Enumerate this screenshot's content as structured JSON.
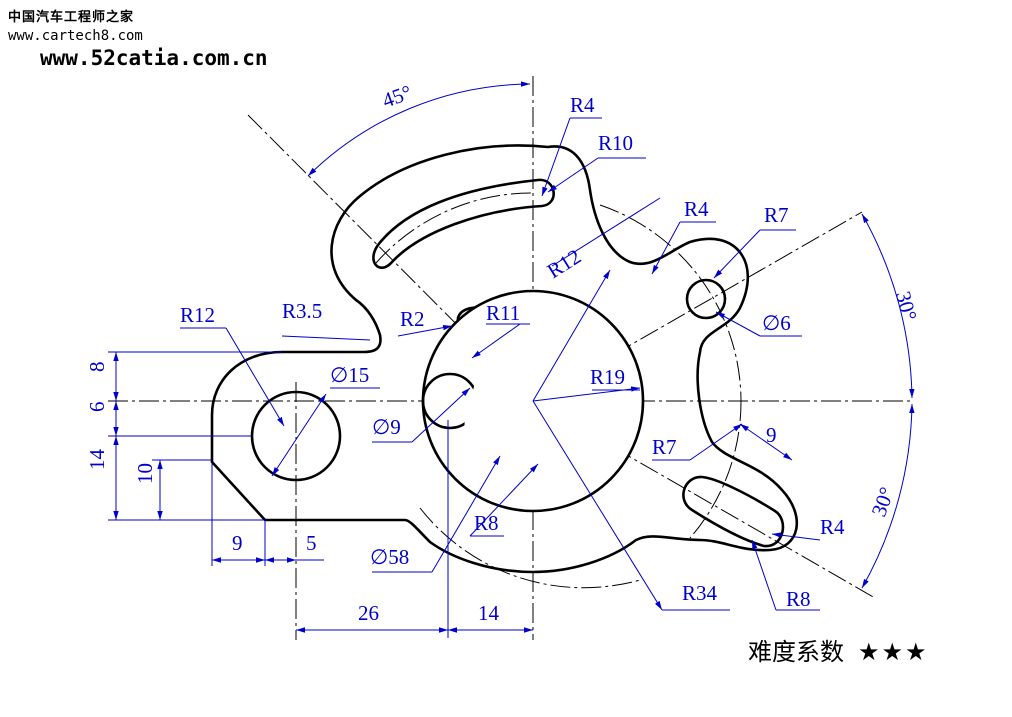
{
  "watermark": {
    "site_cn": "中国汽车工程师之家",
    "site_url1": "www.cartech8.com",
    "site_url2": "www.52catia.com.cn"
  },
  "difficulty": {
    "label": "难度系数",
    "stars": "★★★"
  },
  "dims": {
    "a45": "45°",
    "r4_top": "R4",
    "r10": "R10",
    "r12_mid": "R12",
    "r4_right": "R4",
    "r7_top": "R7",
    "a30_top": "30°",
    "d6": "∅6",
    "r12_left": "R12",
    "r35": "R3.5",
    "r2": "R2",
    "r11": "R11",
    "d15": "∅15",
    "r19": "R19",
    "d9": "∅9",
    "r7_low": "R7",
    "s9_slot": "9",
    "a30_bot": "30°",
    "r4_slot": "R4",
    "r8_left": "R8",
    "r8_right": "R8",
    "r34": "R34",
    "d58": "∅58",
    "h8": "8",
    "h6": "6",
    "h14": "14",
    "h10": "10",
    "w9": "9",
    "w5": "5",
    "w26": "26",
    "w14": "14"
  },
  "colors": {
    "outline": "#000000",
    "dimension": "#0000cc"
  }
}
